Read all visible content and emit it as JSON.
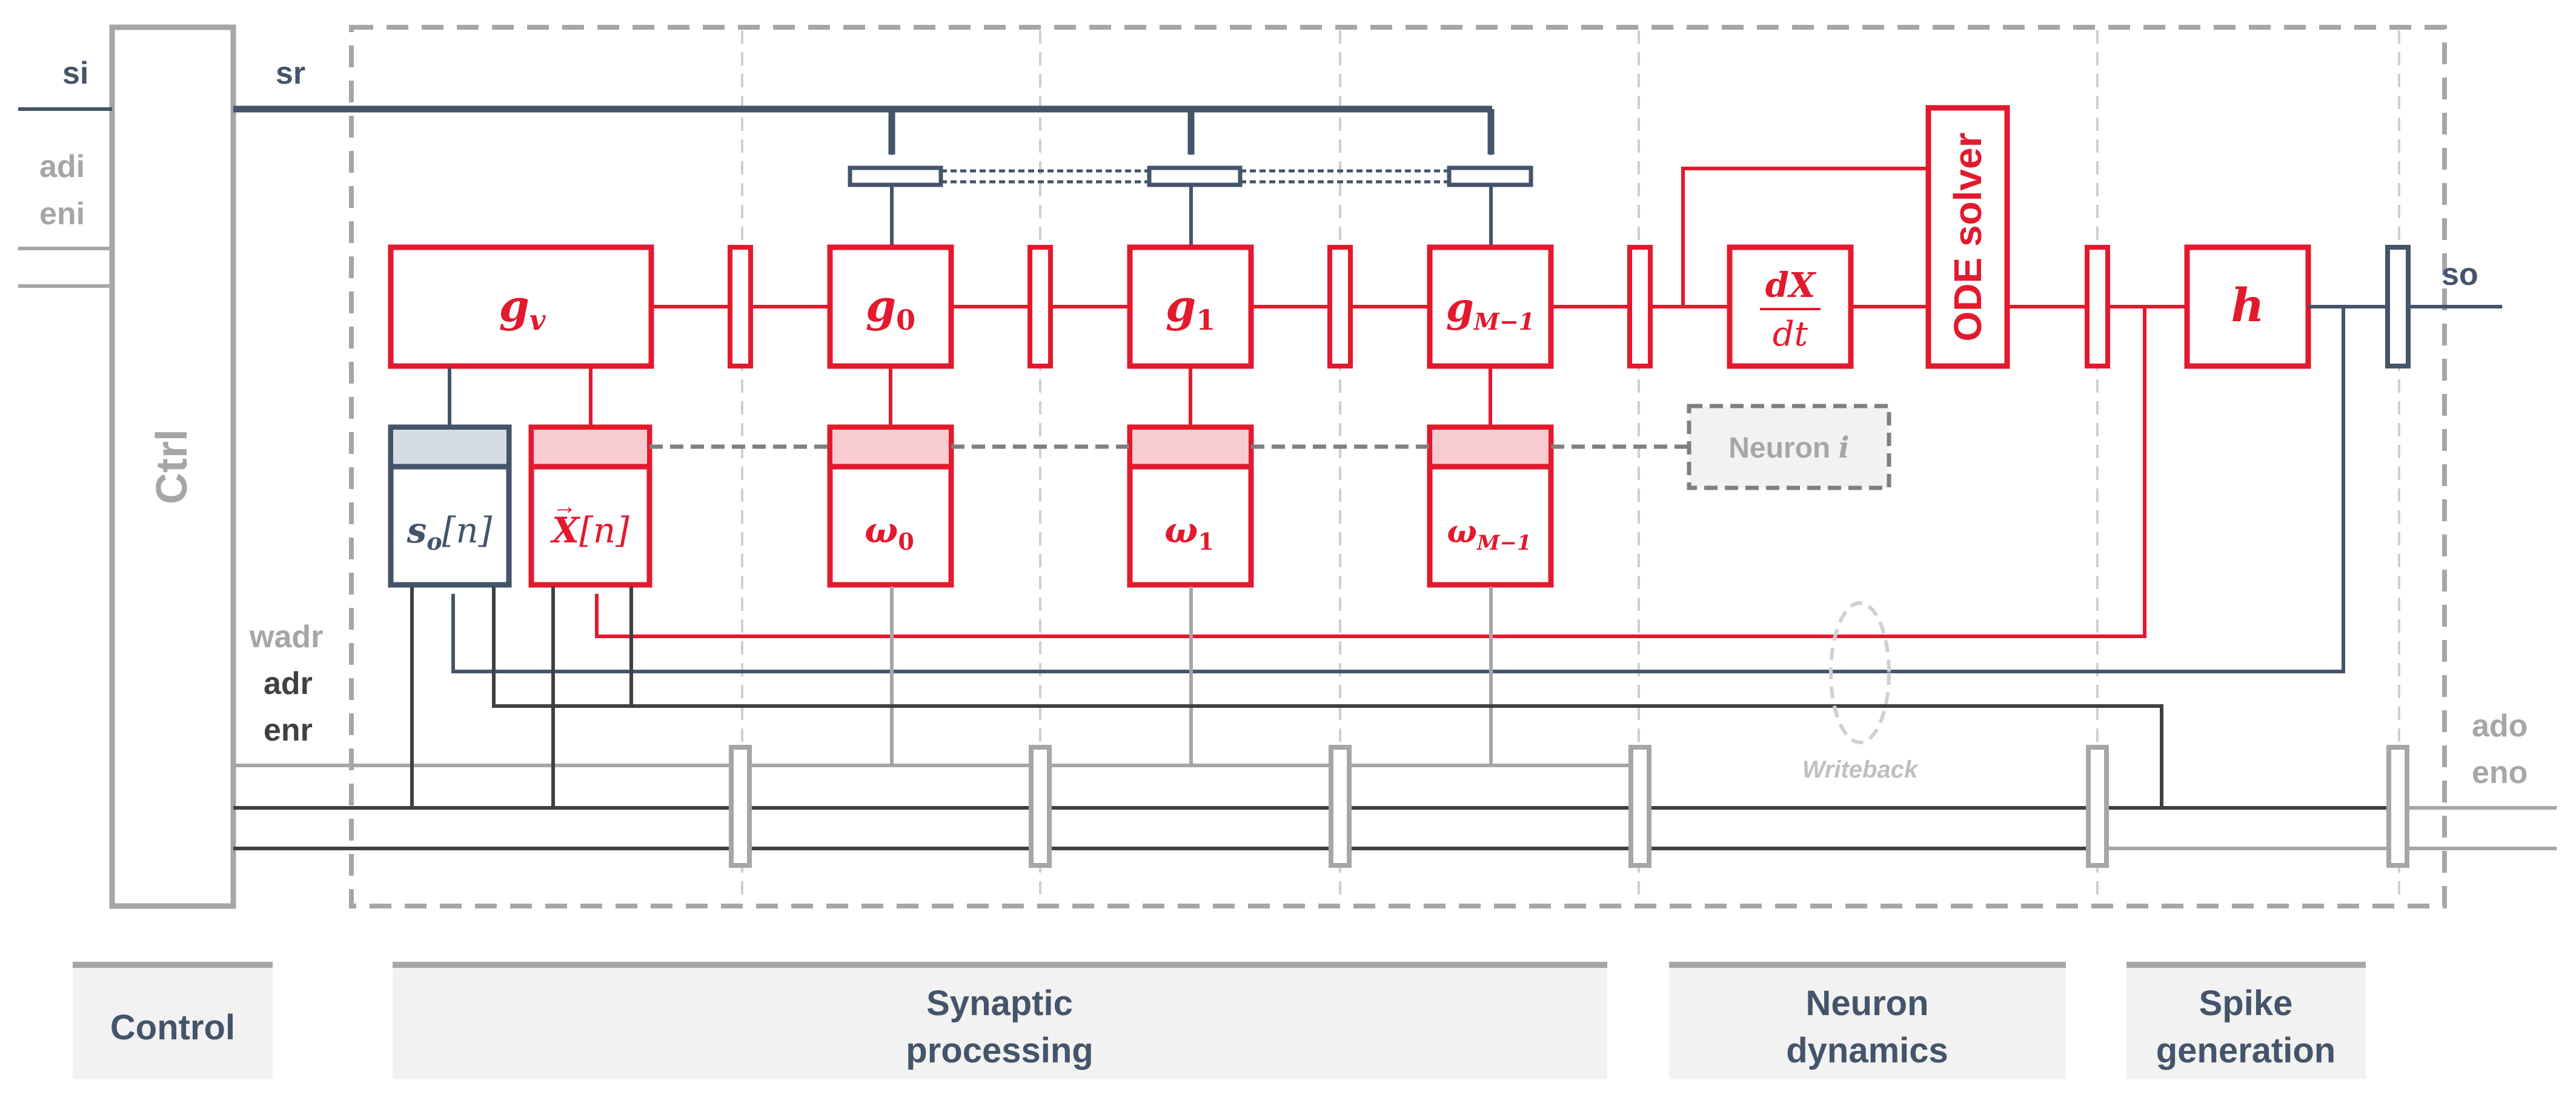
{
  "colors": {
    "red": "#e3192d",
    "navy": "#44546a",
    "gray": "#a6a6a6",
    "dark_gray": "#404040",
    "dashed_gray": "#7f7f7f",
    "light_gray": "#bfbfbf",
    "pink": "#f8cbd0",
    "light_navy": "#d6dce4",
    "section_bg": "#f2f2f2"
  },
  "signals": {
    "si": "si",
    "sr": "sr",
    "adi": "adi",
    "eni": "eni",
    "so": "so",
    "wadr": "wadr",
    "adr": "adr",
    "enr": "enr",
    "ado": "ado",
    "eno": "eno"
  },
  "blocks": {
    "ctrl": "Ctrl",
    "gv_base": "g",
    "gv_sub": "v",
    "g0_base": "g",
    "g0_sub": "0",
    "g1_base": "g",
    "g1_sub": "1",
    "gM_base": "g",
    "gM_sub": "M−1",
    "dxdt_num": "dX",
    "dxdt_den": "dt",
    "ode_solver": "ODE solver",
    "h": "h",
    "so_mem_base": "s",
    "so_mem_sub": "o",
    "so_mem_idx": "[n]",
    "x_mem_base": "X",
    "x_mem_arrow": "→",
    "x_mem_idx": "[n]",
    "w0_base": "ω",
    "w0_sub": "0",
    "w1_base": "ω",
    "w1_sub": "1",
    "wM_base": "ω",
    "wM_sub": "M−1",
    "neuron_label": "Neuron ",
    "neuron_index": "i",
    "writeback": "Writeback"
  },
  "sections": [
    {
      "line1": "Control",
      "line2": ""
    },
    {
      "line1": "Synaptic",
      "line2": "processing"
    },
    {
      "line1": "Neuron",
      "line2": "dynamics"
    },
    {
      "line1": "Spike",
      "line2": "generation"
    }
  ]
}
